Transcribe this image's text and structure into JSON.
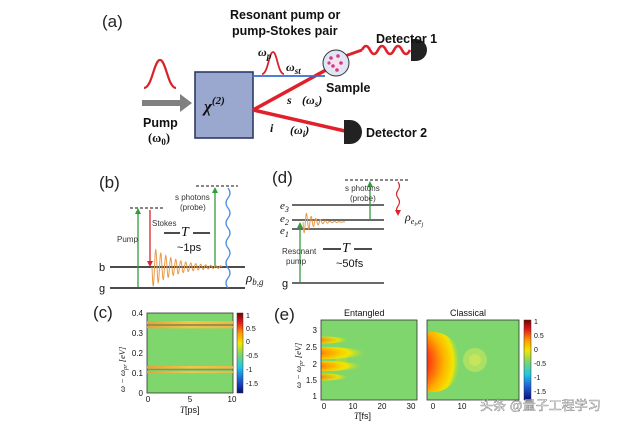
{
  "panels": {
    "a": {
      "label": "(a)",
      "header_line1": "Resonant pump or",
      "header_line2": "pump-Stokes pair",
      "omega_p": "ω",
      "omega_p_sub": "p",
      "omega_st": "ω",
      "omega_st_sub": "st",
      "pump_label": "Pump",
      "pump_freq": "(ω",
      "pump_freq_sub": "0",
      "crystal": "χ",
      "crystal_sup": "(2)",
      "s_label": "s",
      "s_freq": "(ω",
      "s_freq_sub": "s",
      "i_label": "i",
      "i_freq": "(ω",
      "i_freq_sub": "i",
      "sample": "Sample",
      "detector1": "Detector 1",
      "detector2": "Detector 2"
    },
    "b": {
      "label": "(b)",
      "s_photons_1": "s photons",
      "s_photons_2": "(probe)",
      "stokes": "Stokes",
      "pump": "Pump",
      "T": "T",
      "T_val": "~1ps",
      "level_b": "b",
      "level_g": "g",
      "rho": "ρ",
      "rho_sub": "b,g"
    },
    "c": {
      "label": "(c)",
      "ylabel": "ω − ω",
      "ylabel_sub": "pr",
      "ylabel_unit": "[eV]",
      "xlabel": "T",
      "xlabel_unit": "[ps]",
      "yticks": [
        "0.4",
        "0.3",
        "0.2",
        "0.1",
        "0"
      ],
      "xticks": [
        "0",
        "5",
        "10"
      ],
      "cbar_ticks": [
        "1",
        "0.5",
        "0",
        "-0.5",
        "-1",
        "-1.5"
      ]
    },
    "d": {
      "label": "(d)",
      "s_photons_1": "s photons",
      "s_photons_2": "(probe)",
      "e3": "e",
      "e3_sub": "3",
      "e2": "e",
      "e2_sub": "2",
      "e1": "e",
      "e1_sub": "1",
      "rho": "ρ",
      "rho_sub": "e",
      "rho_sub2": "i",
      "rho_sub3": ",e",
      "rho_sub4": "j",
      "resonant_1": "Resonant",
      "resonant_2": "pump",
      "T": "T",
      "T_val": "~50fs",
      "level_g": "g"
    },
    "e": {
      "label": "(e)",
      "title_left": "Entangled",
      "title_right": "Classical",
      "ylabel": "ω − ω",
      "ylabel_sub": "pr",
      "ylabel_unit": "[eV]",
      "xlabel": "T",
      "xlabel_unit": "[fs]",
      "yticks": [
        "3",
        "2.5",
        "2",
        "1.5",
        "1"
      ],
      "xticks_left": [
        "0",
        "10",
        "20",
        "30"
      ],
      "xticks_right": [
        "0",
        "10"
      ],
      "cbar_ticks": [
        "1",
        "0.5",
        "0",
        "-0.5",
        "-1",
        "-1.5"
      ]
    }
  },
  "watermark": "头条 @量子工程学习",
  "colors": {
    "crystal_fill": "#9aa8cf",
    "beam_red": "#e0202a",
    "pulse_red": "#d8232a",
    "pump_arrow": "#808080",
    "heatmap_bg": "#7ed66c",
    "orange_decay": "#e79a4a",
    "green_arrow": "#2e9e3a",
    "blue_wave": "#4d8fe0"
  }
}
